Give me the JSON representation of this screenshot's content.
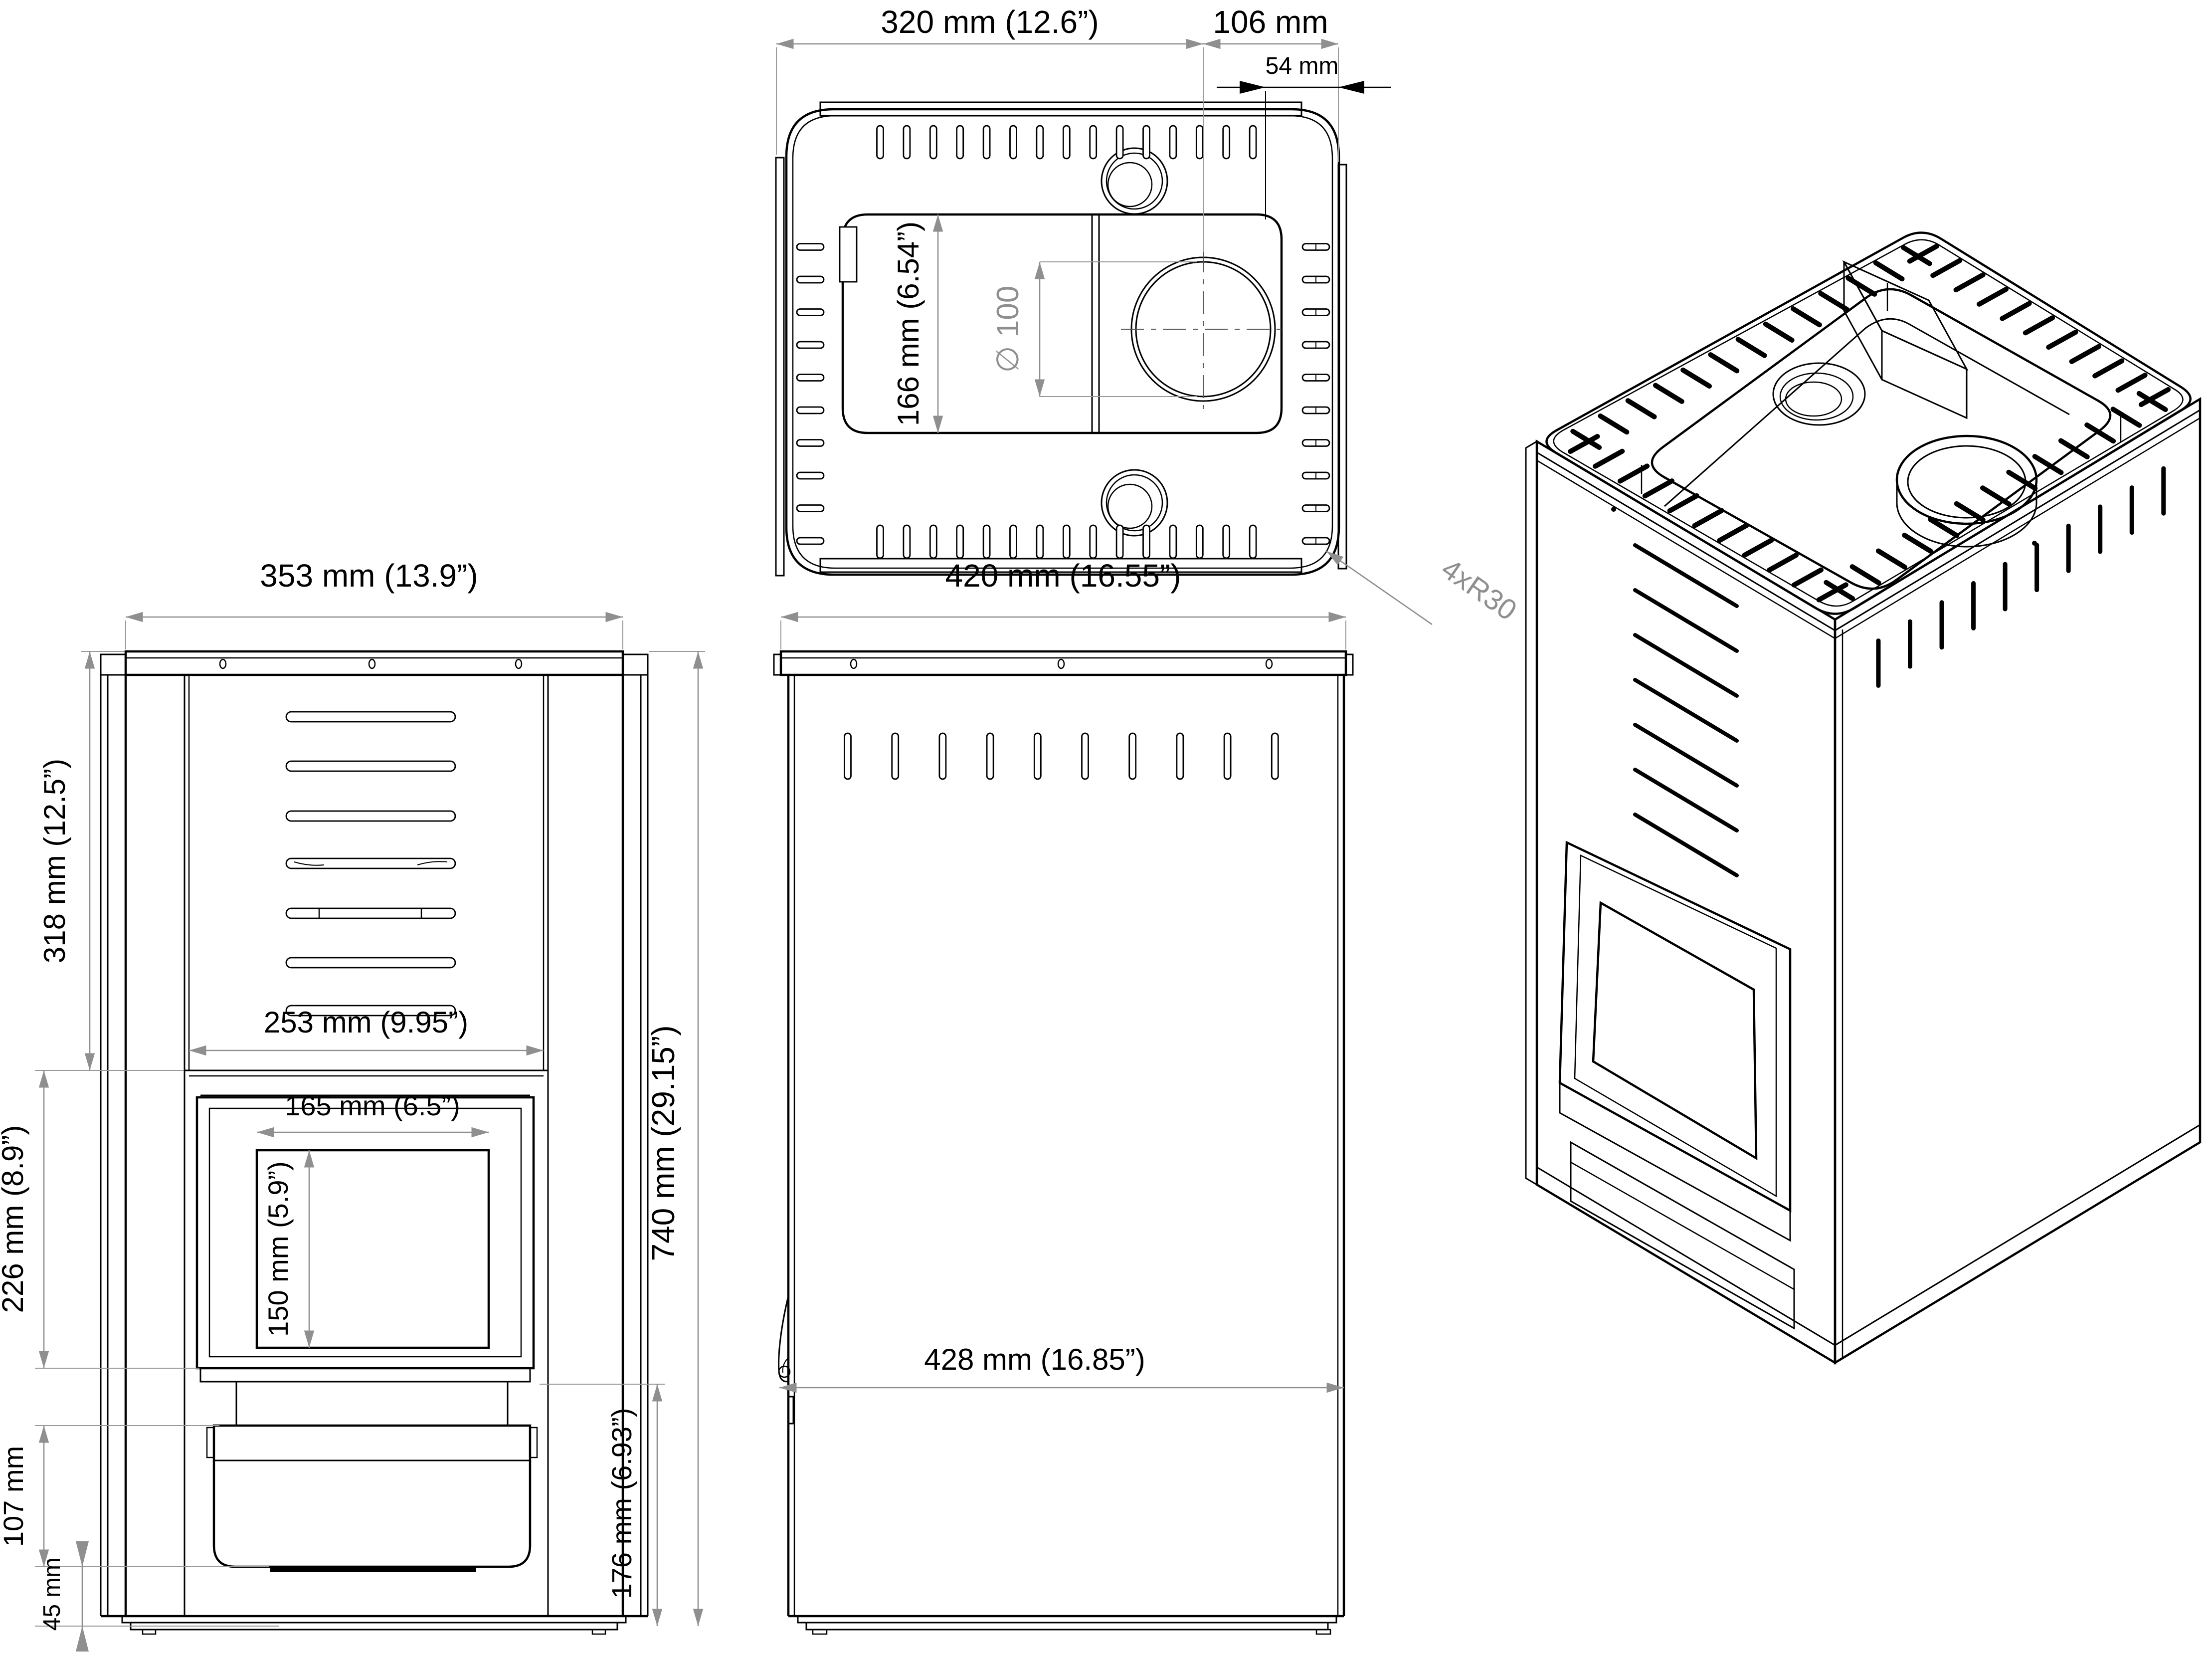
{
  "drawing": {
    "top_view": {
      "dim_width": "320 mm (12.6”)",
      "dim_front": "106 mm",
      "dim_inset": "54 mm",
      "dim_tray": "166 mm (6.54”)",
      "dim_chimney_diameter": "∅ 100",
      "dim_corner_radius": "4xR30"
    },
    "front_view": {
      "dim_width": "353 mm (13.9”)",
      "dim_louver_panel_height": "318 mm (12.5”)",
      "dim_panel_width": "253 mm (9.95”)",
      "dim_glass_width": "165 mm (6.5”)",
      "dim_glass_height": "150 mm (5.9”)",
      "dim_door_height": "226 mm (8.9”)",
      "dim_drawer_height": "107 mm",
      "dim_base_height": "45 mm",
      "dim_total_height": "740 mm (29.15”)",
      "dim_lower_height": "176 mm (6.93”)"
    },
    "side_view": {
      "dim_width": "420 mm (16.55”)",
      "dim_depth": "428 mm (16.85”)"
    }
  }
}
